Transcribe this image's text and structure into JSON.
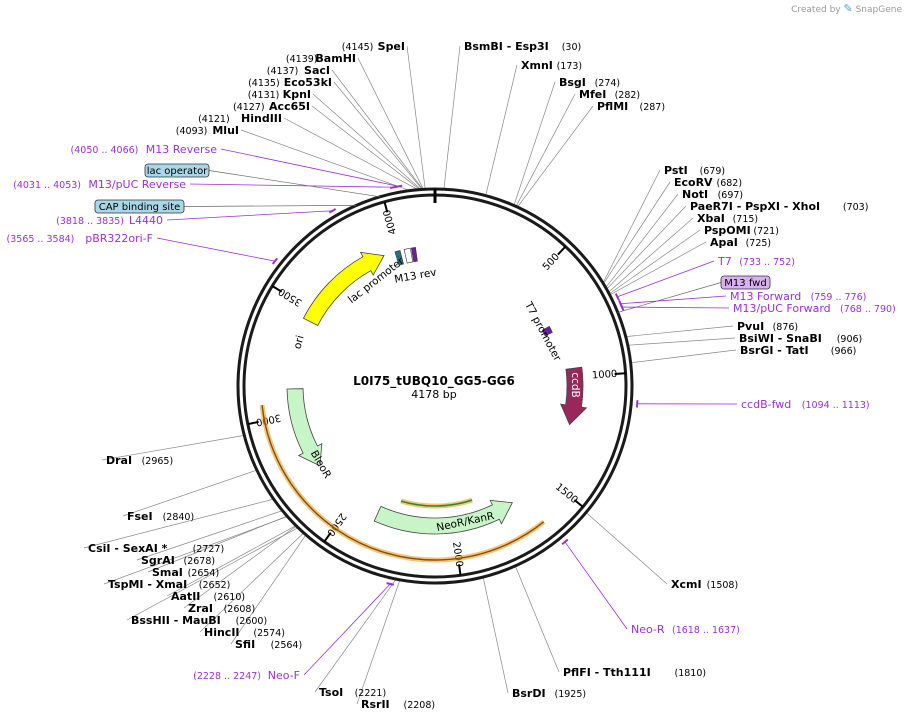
{
  "credit": {
    "prefix": "Created by",
    "brand": "SnapGene"
  },
  "plasmid": {
    "name": "L0I75_tUBQ10_GG5-GG6",
    "size_label": "4178 bp",
    "length": 4178
  },
  "ticks": [
    "500",
    "1000",
    "1500",
    "2000",
    "2500",
    "3000",
    "3500",
    "4000"
  ],
  "sites": [
    {
      "name": "SpeI",
      "pos": "(4145)",
      "bp": 4145
    },
    {
      "name": "BamHI",
      "pos": "(4139)",
      "bp": 4139
    },
    {
      "name": "SacI",
      "pos": "(4137)",
      "bp": 4137
    },
    {
      "name": "Eco53kI",
      "pos": "(4135)",
      "bp": 4135
    },
    {
      "name": "KpnI",
      "pos": "(4131)",
      "bp": 4131
    },
    {
      "name": "Acc65I",
      "pos": "(4127)",
      "bp": 4127
    },
    {
      "name": "HindIII",
      "pos": "(4121)",
      "bp": 4121
    },
    {
      "name": "MluI",
      "pos": "(4093)",
      "bp": 4093
    },
    {
      "name": "BsmBI - Esp3I",
      "pos": "(30)",
      "bp": 30
    },
    {
      "name": "XmnI",
      "pos": "(173)",
      "bp": 173
    },
    {
      "name": "BsgI",
      "pos": "(274)",
      "bp": 274
    },
    {
      "name": "MfeI",
      "pos": "(282)",
      "bp": 282
    },
    {
      "name": "PflMI",
      "pos": "(287)",
      "bp": 287
    },
    {
      "name": "PstI",
      "pos": "(679)",
      "bp": 679
    },
    {
      "name": "EcoRV",
      "pos": "(682)",
      "bp": 682
    },
    {
      "name": "NotI",
      "pos": "(697)",
      "bp": 697
    },
    {
      "name": "PaeR7I - PspXI - XhoI",
      "pos": "(703)",
      "bp": 703
    },
    {
      "name": "XbaI",
      "pos": "(715)",
      "bp": 715
    },
    {
      "name": "PspOMI",
      "pos": "(721)",
      "bp": 721
    },
    {
      "name": "ApaI",
      "pos": "(725)",
      "bp": 725
    },
    {
      "name": "PvuI",
      "pos": "(876)",
      "bp": 876
    },
    {
      "name": "BsiWI - SnaBI",
      "pos": "(906)",
      "bp": 906
    },
    {
      "name": "BsrGI - TatI",
      "pos": "(966)",
      "bp": 966
    },
    {
      "name": "XcmI",
      "pos": "(1508)",
      "bp": 1508
    },
    {
      "name": "PflFI - Tth111I",
      "pos": "(1810)",
      "bp": 1810
    },
    {
      "name": "BsrDI",
      "pos": "(1925)",
      "bp": 1925
    },
    {
      "name": "RsrII",
      "pos": "(2208)",
      "bp": 2208
    },
    {
      "name": "TsoI",
      "pos": "(2221)",
      "bp": 2221
    },
    {
      "name": "SfiI",
      "pos": "(2564)",
      "bp": 2564
    },
    {
      "name": "HincII",
      "pos": "(2574)",
      "bp": 2574
    },
    {
      "name": "BssHII - MauBI",
      "pos": "(2600)",
      "bp": 2600
    },
    {
      "name": "ZraI",
      "pos": "(2608)",
      "bp": 2608
    },
    {
      "name": "AatII",
      "pos": "(2610)",
      "bp": 2610
    },
    {
      "name": "TspMI - XmaI",
      "pos": "(2652)",
      "bp": 2652
    },
    {
      "name": "SmaI",
      "pos": "(2654)",
      "bp": 2654
    },
    {
      "name": "SgrAI",
      "pos": "(2678)",
      "bp": 2678
    },
    {
      "name": "CsiI - SexAI *",
      "pos": "(2727)",
      "bp": 2727
    },
    {
      "name": "FseI",
      "pos": "(2840)",
      "bp": 2840
    },
    {
      "name": "DraI",
      "pos": "(2965)",
      "bp": 2965
    }
  ],
  "primers": [
    {
      "name": "M13 Reverse",
      "pos": "(4050 .. 4066)",
      "bp": 4058
    },
    {
      "name": "M13/pUC Reverse",
      "pos": "(4031 .. 4053)",
      "bp": 4042
    },
    {
      "name": "L4440",
      "pos": "(3818 .. 3835)",
      "bp": 3826
    },
    {
      "name": "pBR322ori-F",
      "pos": "(3565 .. 3584)",
      "bp": 3574
    },
    {
      "name": "T7",
      "pos": "(733 .. 752)",
      "bp": 742
    },
    {
      "name": "M13 Forward",
      "pos": "(759 .. 776)",
      "bp": 767
    },
    {
      "name": "M13/pUC Forward",
      "pos": "(768 .. 790)",
      "bp": 779
    },
    {
      "name": "ccdB-fwd",
      "pos": "(1094 .. 1113)",
      "bp": 1103
    },
    {
      "name": "Neo-R",
      "pos": "(1618 .. 1637)",
      "bp": 1627
    },
    {
      "name": "Neo-F",
      "pos": "(2228 .. 2247)",
      "bp": 2237
    }
  ],
  "boxed_labels": [
    {
      "name": "lac operator",
      "color": "#a8d8e8"
    },
    {
      "name": "CAP binding site",
      "color": "#a8d8e8"
    },
    {
      "name": "M13 fwd",
      "color": "#d8b0f0"
    }
  ],
  "features": [
    {
      "name": "ori",
      "color": "#ffff00"
    },
    {
      "name": "BleoR",
      "color": "#c8f5c8"
    },
    {
      "name": "NeoR/KanR",
      "color": "#c8f5c8"
    },
    {
      "name": "ccdB",
      "color": "#99275c"
    },
    {
      "name": "lac promoter",
      "color": "#2a6e80"
    },
    {
      "name": "M13 rev",
      "color": "#6b1fa0"
    },
    {
      "name": "T7 promoter",
      "color": "#6b1fa0"
    }
  ],
  "colors": {
    "primer": "#9b30d8",
    "backbone": "#1a1a1a",
    "orf_outline": "#e8a020",
    "orf_arrow": "#2a8a2a"
  }
}
